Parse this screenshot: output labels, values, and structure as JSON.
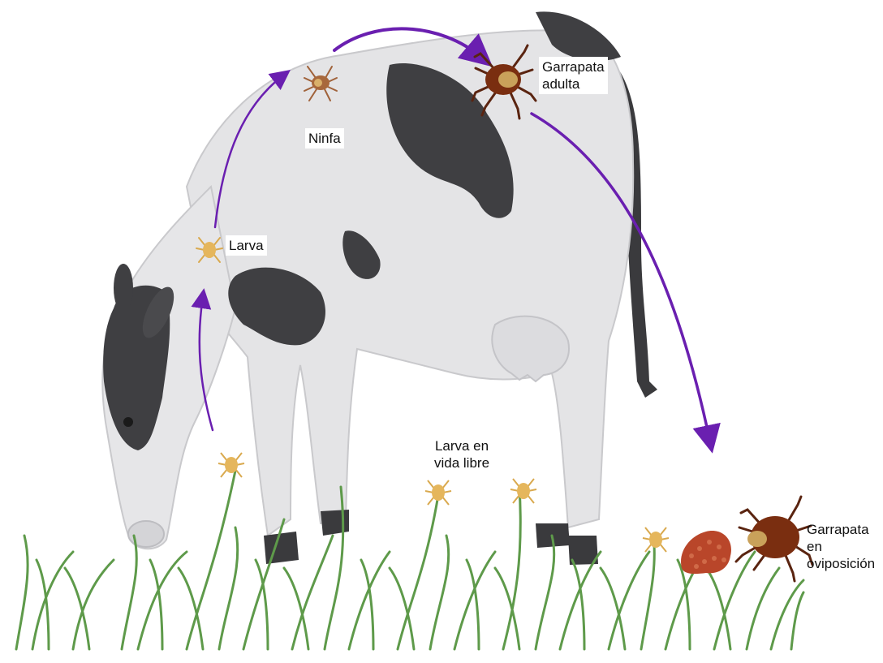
{
  "labels": {
    "adult_tick": "Garrapata\nadulta",
    "nymph": "Ninfa",
    "larva": "Larva",
    "free_larva": "Larva en\nvida libre",
    "ovipositing_tick": "Garrapata en\noviposición"
  },
  "colors": {
    "arrow": "#6a1fb0",
    "cow_body": "#e4e4e6",
    "cow_spot": "#3f3f42",
    "grass": "#5e9a4a",
    "tick_adult": "#7a2e10",
    "tick_larva": "#d9a94e",
    "eggs": "#b9462a"
  }
}
